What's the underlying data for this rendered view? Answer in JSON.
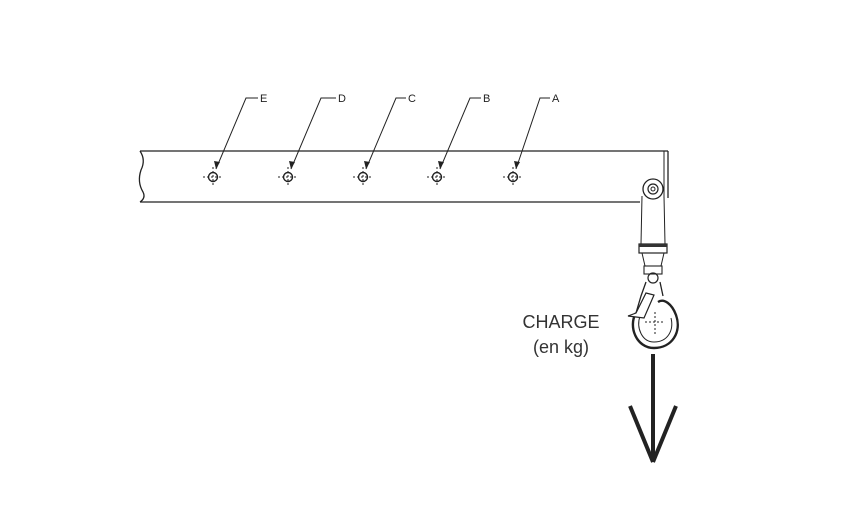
{
  "diagram": {
    "callouts": [
      {
        "letter": "E"
      },
      {
        "letter": "D"
      },
      {
        "letter": "C"
      },
      {
        "letter": "B"
      },
      {
        "letter": "A"
      }
    ],
    "load_label_line1": "CHARGE",
    "load_label_line2": "(en kg)"
  }
}
